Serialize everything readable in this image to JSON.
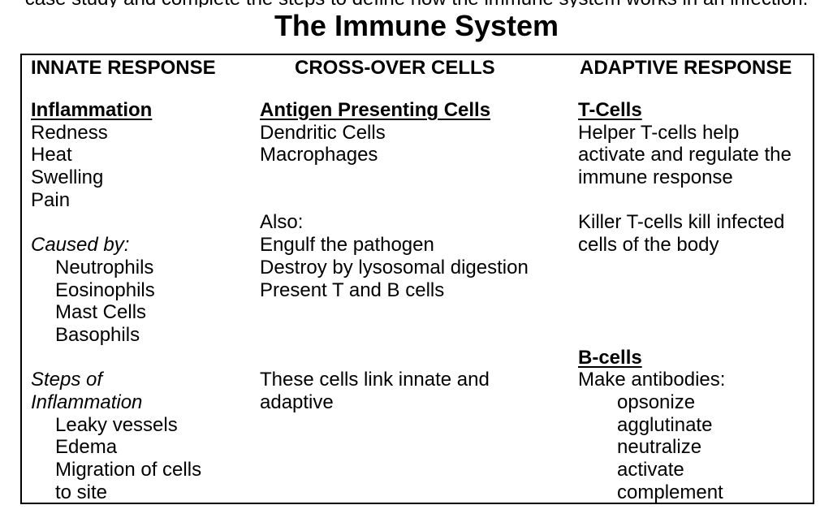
{
  "page": {
    "clipped_top_line": "case study and complete the steps to define how the immune system works in an infection.",
    "title": "The Immune System",
    "text_color": "#000000",
    "background_color": "#ffffff",
    "table_border_color": "#000000"
  },
  "table": {
    "headers": [
      {
        "label": "INNATE RESPONSE"
      },
      {
        "label": "CROSS-OVER CELLS"
      },
      {
        "label": "ADAPTIVE RESPONSE"
      }
    ],
    "columns": [
      {
        "id": "innate-response",
        "lines": [
          {
            "text": "Inflammation",
            "style": "heading"
          },
          {
            "text": "Redness",
            "style": "plain"
          },
          {
            "text": "Heat",
            "style": "plain"
          },
          {
            "text": "Swelling",
            "style": "plain"
          },
          {
            "text": "Pain",
            "style": "plain"
          },
          {
            "text": "",
            "style": "blank"
          },
          {
            "text": "Caused by:",
            "style": "italic"
          },
          {
            "text": "Neutrophils",
            "style": "indent"
          },
          {
            "text": "Eosinophils",
            "style": "indent"
          },
          {
            "text": "Mast Cells",
            "style": "indent"
          },
          {
            "text": "Basophils",
            "style": "indent"
          },
          {
            "text": "",
            "style": "blank"
          },
          {
            "text": "Steps of",
            "style": "italic"
          },
          {
            "text": "Inflammation",
            "style": "italic"
          },
          {
            "text": "Leaky vessels",
            "style": "indent"
          },
          {
            "text": "Edema",
            "style": "indent"
          },
          {
            "text": "Migration of cells",
            "style": "indent"
          },
          {
            "text": "to site",
            "style": "indent"
          }
        ]
      },
      {
        "id": "cross-over-cells",
        "lines": [
          {
            "text": "Antigen Presenting Cells",
            "style": "heading"
          },
          {
            "text": "Dendritic Cells",
            "style": "plain"
          },
          {
            "text": "Macrophages",
            "style": "plain"
          },
          {
            "text": "",
            "style": "blank"
          },
          {
            "text": "",
            "style": "blank"
          },
          {
            "text": "Also:",
            "style": "plain"
          },
          {
            "text": "Engulf the pathogen",
            "style": "plain"
          },
          {
            "text": "Destroy by lysosomal digestion",
            "style": "plain"
          },
          {
            "text": "Present T and B cells",
            "style": "plain"
          },
          {
            "text": "",
            "style": "blank"
          },
          {
            "text": "",
            "style": "blank"
          },
          {
            "text": "",
            "style": "blank"
          },
          {
            "text": "These cells link innate and",
            "style": "plain"
          },
          {
            "text": "adaptive",
            "style": "plain"
          },
          {
            "text": "",
            "style": "blank"
          },
          {
            "text": "",
            "style": "blank"
          },
          {
            "text": "",
            "style": "blank"
          },
          {
            "text": "",
            "style": "blank"
          }
        ]
      },
      {
        "id": "adaptive-response",
        "lines": [
          {
            "text": "T-Cells",
            "style": "heading"
          },
          {
            "text": "Helper T-cells help",
            "style": "plain"
          },
          {
            "text": "activate and regulate the",
            "style": "plain"
          },
          {
            "text": "immune response",
            "style": "plain"
          },
          {
            "text": "",
            "style": "blank"
          },
          {
            "text": "Killer T-cells kill infected",
            "style": "plain"
          },
          {
            "text": "cells of the body",
            "style": "plain"
          },
          {
            "text": "",
            "style": "blank"
          },
          {
            "text": "",
            "style": "blank"
          },
          {
            "text": "",
            "style": "blank"
          },
          {
            "text": "",
            "style": "blank"
          },
          {
            "text": "B-cells",
            "style": "heading"
          },
          {
            "text": "Make antibodies:",
            "style": "plain"
          },
          {
            "text": "opsonize",
            "style": "indent2"
          },
          {
            "text": "agglutinate",
            "style": "indent2"
          },
          {
            "text": "neutralize",
            "style": "indent2"
          },
          {
            "text": "activate",
            "style": "indent2"
          },
          {
            "text": "complement",
            "style": "indent2"
          }
        ]
      }
    ]
  }
}
